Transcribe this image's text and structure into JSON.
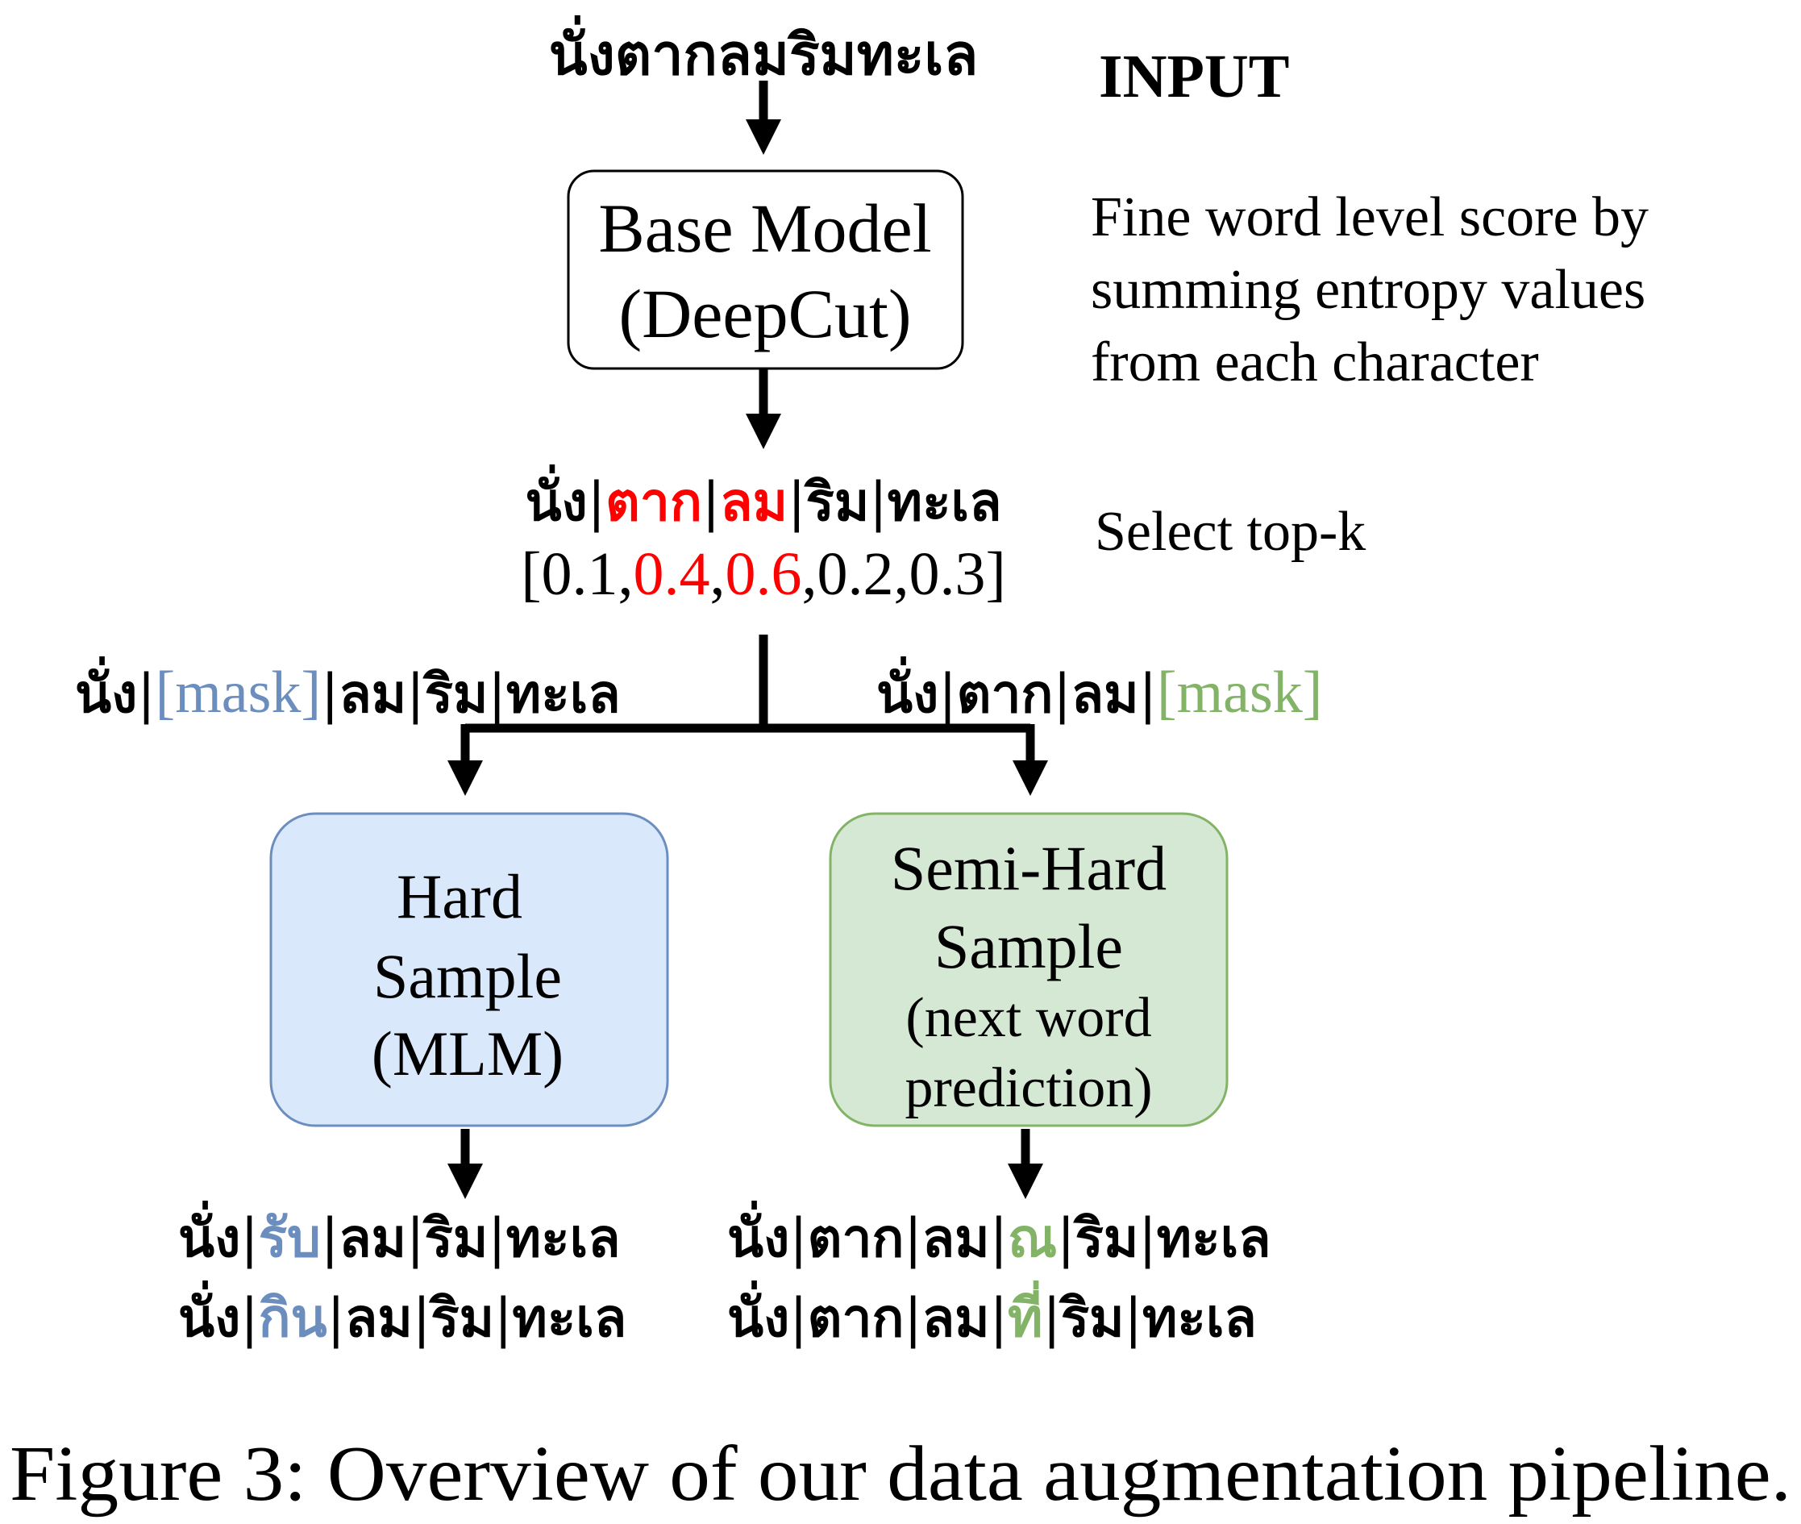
{
  "input_text": "นั่งตากลมริมทะเล",
  "input_label": "INPUT",
  "base_model": {
    "line1": "Base Model",
    "line2": "(DeepCut)"
  },
  "score_note": [
    "Fine word level score by",
    "summing entropy values",
    "from each character"
  ],
  "segmented": {
    "w1": "นั่ง",
    "w2": "ตาก",
    "w3": "ลม",
    "w4": "ริม",
    "w5": "ทะเล",
    "sep": "|"
  },
  "scores": {
    "open": "[",
    "s1": "0.1",
    "s2": "0.4",
    "s3": "0.6",
    "s4": "0.2",
    "s5": "0.3",
    "close": "]",
    "comma": ","
  },
  "select_note": "Select top-k",
  "mask_token": "[mask]",
  "hard_box": {
    "line1": "Hard",
    "line2": "Sample",
    "line3": "(MLM)"
  },
  "semi_box": {
    "line1": "Semi-Hard",
    "line2": "Sample",
    "line3": "(next word",
    "line4": "prediction)"
  },
  "hard_outputs": [
    "รับ",
    "กิน"
  ],
  "semi_outputs": [
    "ณ",
    "ที่"
  ],
  "caption": "Figure 3: Overview of our data augmentation pipeline.",
  "colors": {
    "highlight_red": "#ff0000",
    "blue": "#6c8ebf",
    "green": "#82b366",
    "blue_fill": "#dae8fc",
    "green_fill": "#d5e8d4"
  }
}
